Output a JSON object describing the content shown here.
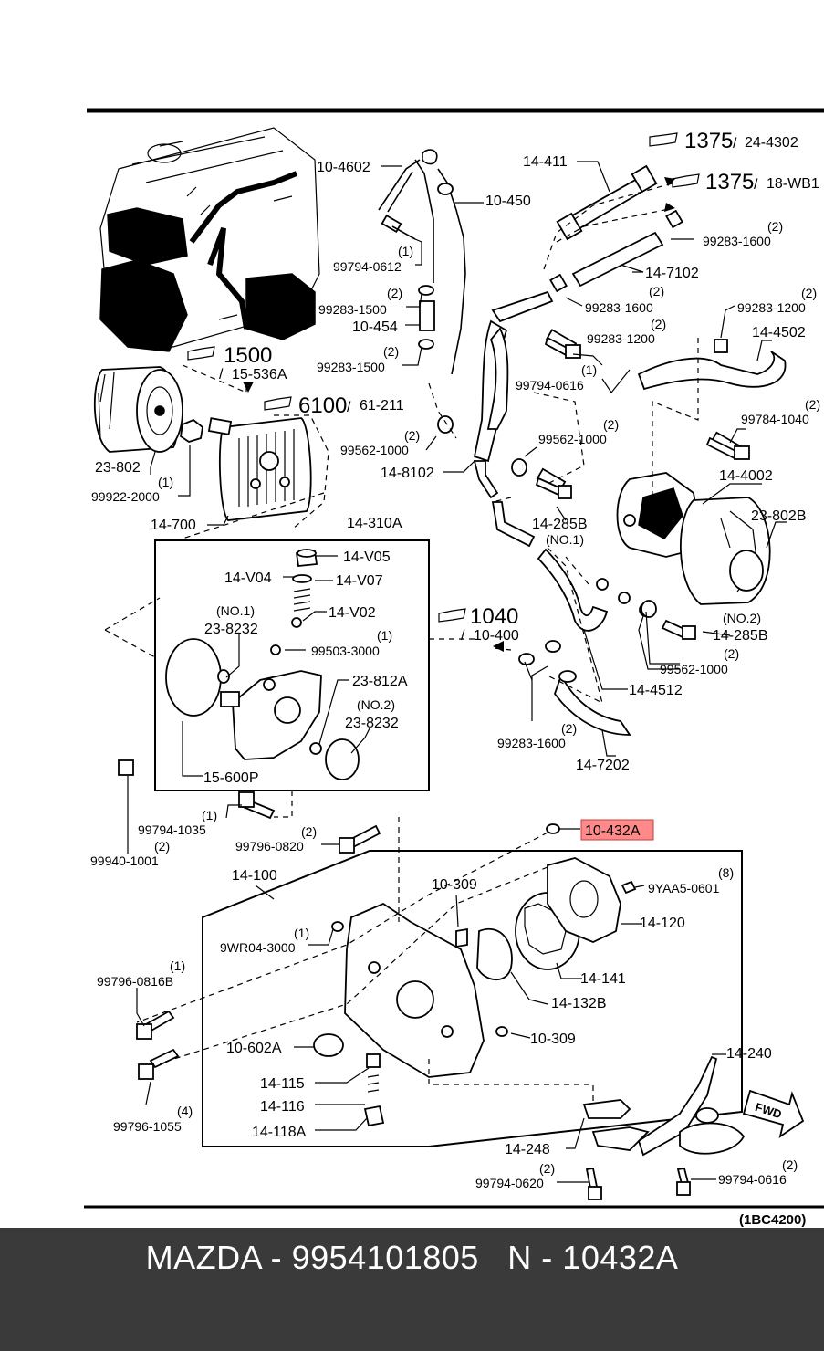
{
  "caption": "MAZDA - 9954101805   N - 10432A",
  "highlight_color": "#ff8a8a",
  "diagram_code": "(1BC4200)",
  "references": [
    {
      "num": "1375",
      "sub": "24-4302"
    },
    {
      "num": "1375",
      "sub": "18-WB1"
    },
    {
      "num": "1500",
      "sub": "15-536A"
    },
    {
      "num": "6100",
      "sub": "61-211"
    },
    {
      "num": "1040",
      "sub": "10-400"
    }
  ],
  "labels": {
    "l1": "10-4602",
    "l2": "10-450",
    "l3": "14-411",
    "l4": "99283-1600",
    "l5": "(2)",
    "l6": "99794-0612",
    "l7": "(1)",
    "l8": "14-7102",
    "l9": "99283-1500",
    "l10": "(2)",
    "l11": "10-454",
    "l12": "99283-1500",
    "l13": "(2)",
    "l14": "99283-1600",
    "l15": "(2)",
    "l16": "99283-1200",
    "l17": "(2)",
    "l18": "14-4502",
    "l19": "99283-1200",
    "l20": "(2)",
    "l21": "99794-0616",
    "l22": "(1)",
    "l23": "99784-1040",
    "l24": "(2)",
    "l25": "99562-1000",
    "l26": "(2)",
    "l27": "99562-1000",
    "l28": "(2)",
    "l29": "14-8102",
    "l30": "23-802",
    "l31": "99922-2000",
    "l32": "(1)",
    "l33": "14-700",
    "l34": "14-4002",
    "l35": "23-802B",
    "l36": "14-285B",
    "l37": "(NO.1)",
    "l38": "14-310A",
    "l39": "14-V05",
    "l40": "14-V04",
    "l41": "14-V07",
    "l42": "14-V02",
    "l43": "(NO.1)",
    "l44": "23-8232",
    "l45": "99503-3000",
    "l46": "(1)",
    "l47": "23-812A",
    "l48": "(NO.2)",
    "l49": "23-8232",
    "l50": "15-600P",
    "l51": "(NO.2)",
    "l52": "14-285B",
    "l53": "99562-1000",
    "l54": "(2)",
    "l55": "14-4512",
    "l56": "99283-1600",
    "l57": "(2)",
    "l58": "14-7202",
    "l59": "99794-1035",
    "l60": "(1)",
    "l61": "99940-1001",
    "l62": "(2)",
    "l63": "99796-0820",
    "l64": "(2)",
    "l65": "10-432A",
    "l66": "14-100",
    "l67": "10-309",
    "l68": "9YAA5-0601",
    "l69": "(8)",
    "l70": "14-120",
    "l71": "9WR04-3000",
    "l72": "(1)",
    "l73": "99796-0816B",
    "l74": "(1)",
    "l75": "14-141",
    "l76": "14-132B",
    "l77": "10-602A",
    "l78": "10-309",
    "l79": "14-115",
    "l80": "14-116",
    "l81": "14-118A",
    "l82": "14-240",
    "l83": "99796-1055",
    "l84": "(4)",
    "l85": "14-248",
    "l86": "99794-0620",
    "l87": "(2)",
    "l88": "99794-0616",
    "l89": "(2)"
  }
}
